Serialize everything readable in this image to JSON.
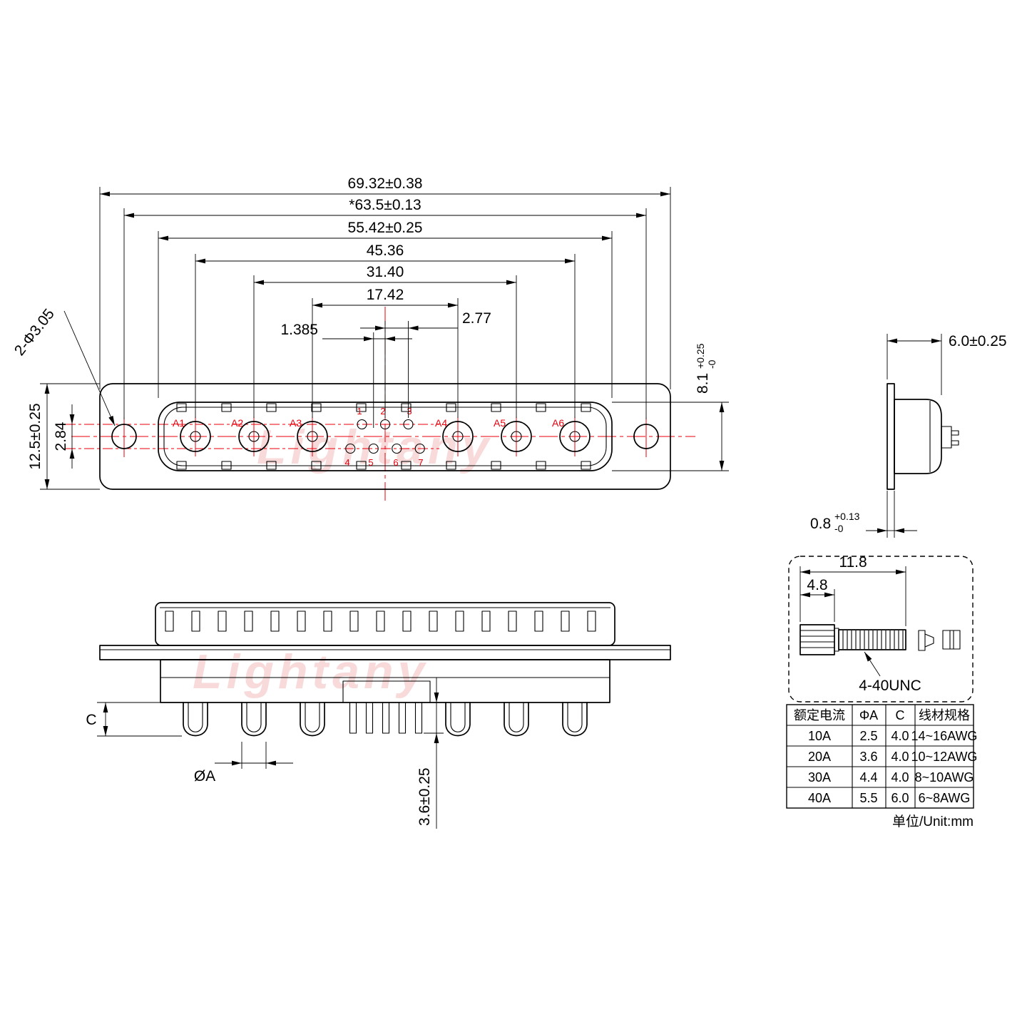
{
  "watermark": {
    "text": "Lightany"
  },
  "front_view": {
    "contact_labels": [
      "A1",
      "A2",
      "A3",
      "A4",
      "A5",
      "A6"
    ],
    "pin_labels": [
      "1",
      "2",
      "3",
      "4",
      "5",
      "6",
      "7"
    ],
    "dims": {
      "overall_width": "69.32±0.38",
      "mounting_pitch": "*63.5±0.13",
      "shell_width": "55.42±0.25",
      "contact_span": "45.36",
      "contact_span_inner": "31.40",
      "contact_gap": "17.42",
      "pin_pitch": "2.77",
      "pin_half_pitch": "1.385",
      "flange_height": "12.5±0.25",
      "pin_row_gap": "2.84",
      "mounting_hole": "2-Φ3.05",
      "shell_depth": {
        "base": "8.1",
        "plus": "+0.25",
        "minus": "-0"
      }
    }
  },
  "side_view": {
    "dims": {
      "body_depth": "6.0±0.25",
      "flange_thickness": {
        "base": "0.8",
        "plus": "+0.13",
        "minus": "-0"
      }
    }
  },
  "rear_view": {
    "dims": {
      "cup_depth": "C",
      "cup_diameter": "ØA",
      "pin_length": "3.6±0.25"
    }
  },
  "screw_detail": {
    "dims": {
      "total_length": "11.8",
      "head_length": "4.8"
    },
    "thread_label": "4-40UNC"
  },
  "spec_table": {
    "headers": [
      "额定电流",
      "ΦA",
      "C",
      "线材规格"
    ],
    "rows": [
      [
        "10A",
        "2.5",
        "4.0",
        "14~16AWG"
      ],
      [
        "20A",
        "3.6",
        "4.0",
        "10~12AWG"
      ],
      [
        "30A",
        "4.4",
        "4.0",
        "8~10AWG"
      ],
      [
        "40A",
        "5.5",
        "6.0",
        "6~8AWG"
      ]
    ]
  },
  "unit_note": "单位/Unit:mm"
}
